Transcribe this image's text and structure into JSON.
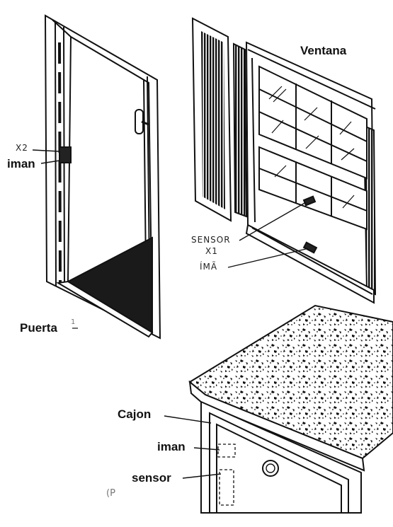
{
  "labels": {
    "ventana": "Ventana",
    "puerta": "Puerta",
    "puerta_mark": "1",
    "x2": "X2",
    "iman_door": "iman",
    "sensor_window": "SENSOR",
    "x1": "X1",
    "ima_window": "ÍMÃ",
    "cajon": "Cajon",
    "iman_drawer": "iman",
    "sensor_drawer": "sensor",
    "fig_ref": "(P"
  },
  "colors": {
    "ink": "#111111",
    "paper": "#ffffff",
    "floor": "#1a1a1a"
  }
}
